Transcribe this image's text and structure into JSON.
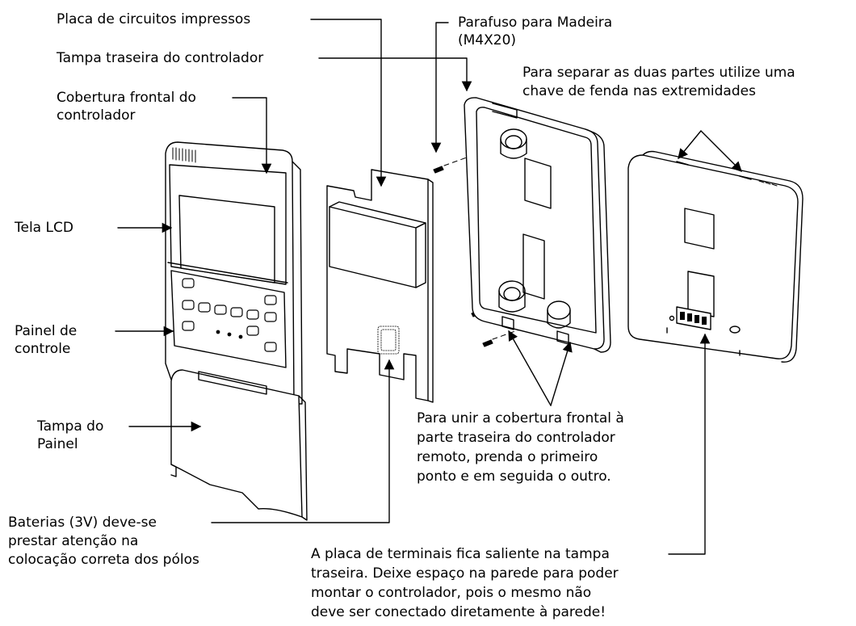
{
  "labels": {
    "pcb": "Placa de circuitos impressos",
    "back_cover": "Tampa traseira do controlador",
    "front_cover_1": "Cobertura frontal do",
    "front_cover_2": "controlador",
    "lcd": "Tela LCD",
    "panel_1": "Painel de",
    "panel_2": "controle",
    "panel_lid_1": "Tampa do",
    "panel_lid_2": "Painel",
    "batteries_1": "Baterias (3V) deve-se",
    "batteries_2": "prestar atenção na",
    "batteries_3": "colocação correta dos pólos",
    "screw_1": "Parafuso para Madeira",
    "screw_2": "(M4X20)",
    "separate_1": "Para separar as duas partes utilize uma",
    "separate_2": "chave de fenda nas extremidades",
    "join_1": "Para unir a cobertura frontal à",
    "join_2": "parte traseira do controlador",
    "join_3": "remoto, prenda o primeiro",
    "join_4": "ponto e em seguida o outro.",
    "terminal_1": "A placa de terminais fica saliente na tampa",
    "terminal_2": "traseira. Deixe espaço na parede para poder",
    "terminal_3": "montar o controlador, pois o mesmo não",
    "terminal_4": "deve ser conectado diretamente à parede!"
  }
}
